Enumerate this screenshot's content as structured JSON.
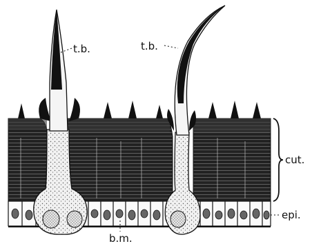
{
  "figure": {
    "labels": {
      "tactile_bristle_left": "t.b.",
      "tactile_bristle_right": "t.b.",
      "cuticle": "cut.",
      "epidermis": "epi.",
      "basement_membrane": "b.m."
    }
  },
  "colors": {
    "ink": "#111111",
    "background": "#ffffff",
    "cuticle_dark": "#1e1e1e",
    "stipple": "#555555"
  }
}
